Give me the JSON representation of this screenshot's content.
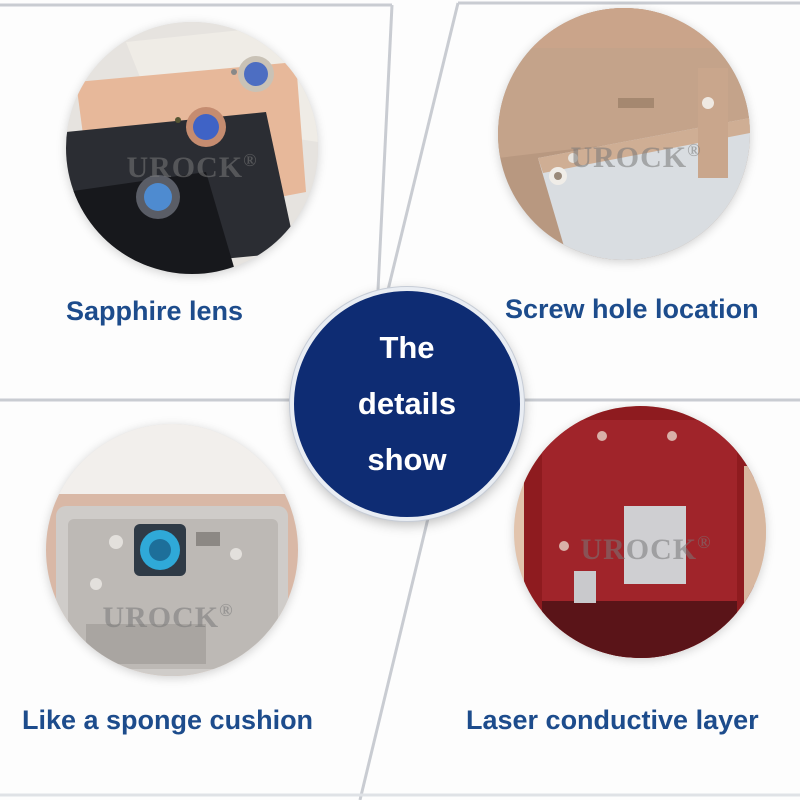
{
  "center": {
    "lines": [
      "The",
      "details",
      "show"
    ]
  },
  "features": [
    {
      "caption": "Sapphire lens"
    },
    {
      "caption": "Screw hole location"
    },
    {
      "caption": "Like a sponge cushion"
    },
    {
      "caption": "Laser conductive layer"
    }
  ],
  "watermark": {
    "text": "UROCK",
    "mark": "®"
  },
  "colors": {
    "caption": "#1d4c8c",
    "center_disc": "#0e2c73"
  }
}
